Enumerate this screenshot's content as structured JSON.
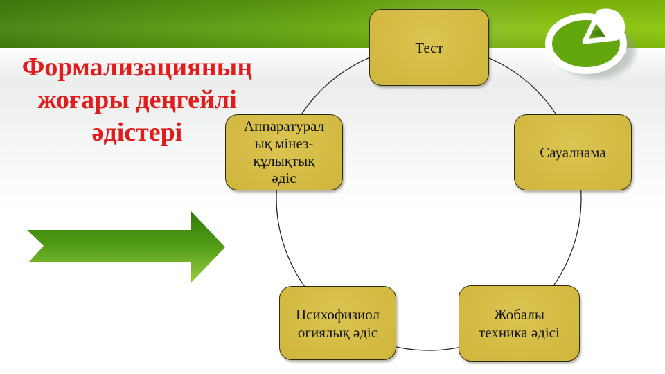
{
  "slide": {
    "title": {
      "text": "Формализацияның жоғары деңгейлі әдістері",
      "lines": [
        "Формализацияның",
        "жоғары деңгейлі",
        "әдістері"
      ],
      "color": "#e01c1c"
    },
    "header": {
      "band_color_left": "#44820f",
      "band_color_right": "#8cc60e"
    },
    "logo": {
      "icon": "pie-chart-logo",
      "ring_color": "#ffffff",
      "face_color": "#63a70f"
    },
    "arrow": {
      "icon": "right-arrow",
      "gradient_top": "#2f7c07",
      "gradient_bottom": "#97cb40"
    },
    "diagram": {
      "ring_color": "#1c1c1c",
      "node_fill": "#d5bc45",
      "node_border": "#2e2a0e",
      "nodes": [
        {
          "id": "test",
          "label": "Тест"
        },
        {
          "id": "saualnama",
          "label": "Сауалнама"
        },
        {
          "id": "zhobaly",
          "label": "Жобалы\nтехника әдісі"
        },
        {
          "id": "psihofiziol",
          "label": "Психофизиол\nогиялық әдіс"
        },
        {
          "id": "apparatural",
          "label": "Аппаратурал\nық мінез-\nқұлықтық\nәдіс"
        }
      ]
    }
  }
}
